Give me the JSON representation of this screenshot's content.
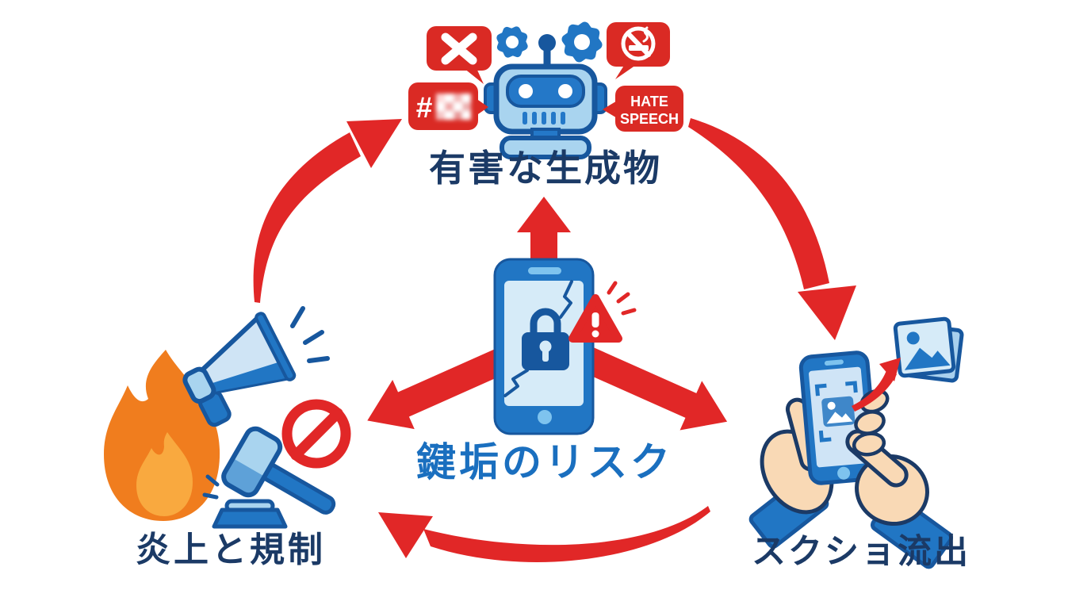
{
  "diagram": {
    "type": "cycle-infographic",
    "background": "#ffffff",
    "colors": {
      "arrow_red": "#e12727",
      "bubble_red": "#da2a24",
      "blue": "#2176c4",
      "dark_blue_outline": "#17579e",
      "light_blue": "#a9d4ef",
      "pale_blue": "#d6ebf8",
      "label_navy": "#1b3a66",
      "label_blue": "#1a6fbf",
      "flame_orange": "#f07d1e",
      "flame_inner_orange": "#f9a93f",
      "skin": "#f9d9b5"
    },
    "nodes": {
      "harmful_output": {
        "label": "有害な生成物",
        "icon": "robot-icon",
        "side_icons": [
          "gear-icon",
          "gear-icon"
        ],
        "bubbles": {
          "x_mark": {
            "icon": "x-mark-icon"
          },
          "hashtag": {
            "text": "#",
            "censored": true
          },
          "no_smoking": {
            "icon": "no-smoking-icon"
          },
          "hate_speech": {
            "line1": "HATE",
            "line2": "SPEECH"
          }
        }
      },
      "locked_account": {
        "label": "鍵垢のリスク",
        "icon": "locked-phone-icon",
        "sub_icons": [
          "lock-icon",
          "warning-triangle-icon",
          "crack-icon"
        ]
      },
      "screenshot_leak": {
        "label": "スクショ流出",
        "icon": "hands-phone-icon",
        "sub_icons": [
          "screenshot-frame-icon",
          "photo-stack-icon",
          "leak-arrow-icon"
        ]
      },
      "flame_regulation": {
        "label": "炎上と規制",
        "icon": "flame-gavel-icon",
        "sub_icons": [
          "flame-icon",
          "megaphone-icon",
          "gavel-icon",
          "prohibition-icon"
        ]
      }
    },
    "arrows": {
      "center_to_top": "up",
      "center_to_left": "down-left",
      "center_to_right": "down-right",
      "cycle": [
        "left-to-top",
        "top-to-right",
        "right-to-left"
      ]
    }
  }
}
